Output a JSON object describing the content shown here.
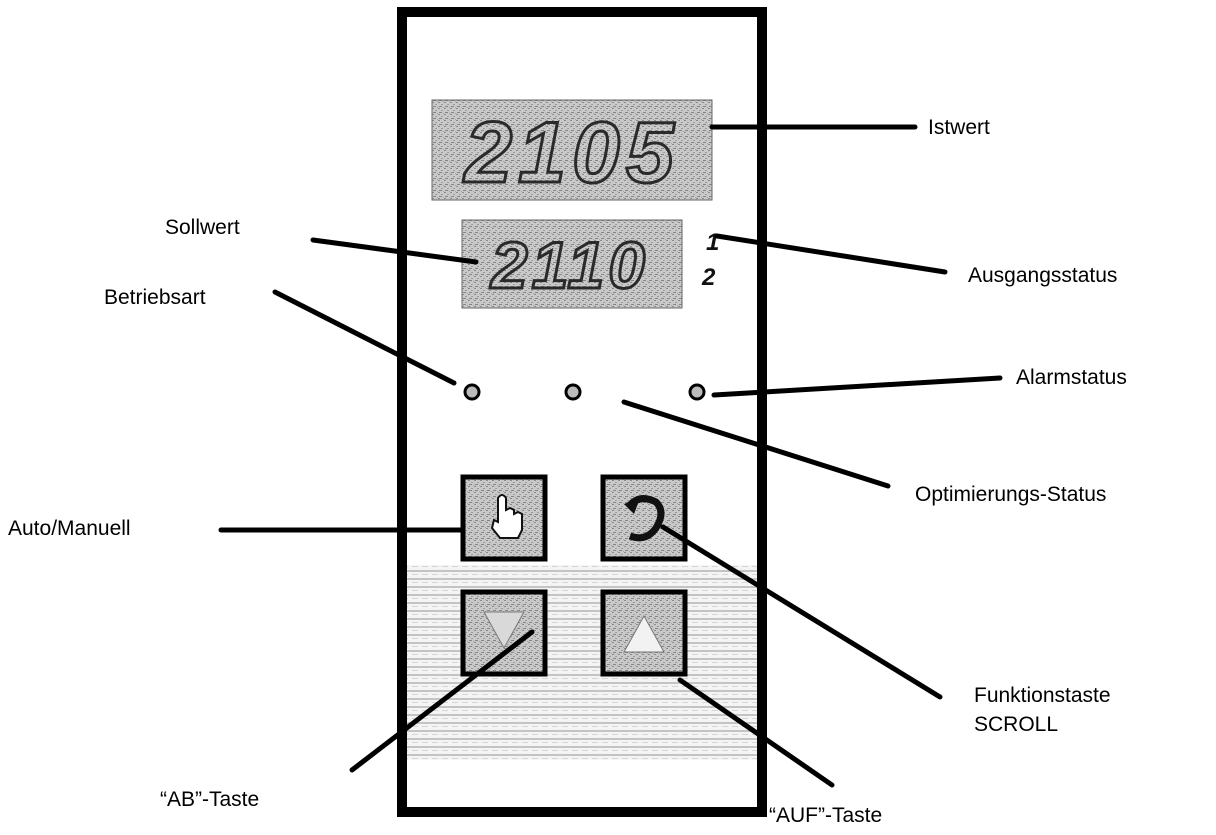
{
  "labels": {
    "istwert": "Istwert",
    "sollwert": "Sollwert",
    "ausgangsstatus": "Ausgangsstatus",
    "betriebsart": "Betriebsart",
    "alarmstatus": "Alarmstatus",
    "optimierungs_status": "Optimierungs-Status",
    "auto_manuell": "Auto/Manuell",
    "funktionstaste_line1": "Funktionstaste",
    "funktionstaste_line2": "SCROLL",
    "ab_taste": "“AB”-Taste",
    "auf_taste": "“AUF”-Taste"
  },
  "display": {
    "process_value": "2105",
    "setpoint_value": "2110",
    "output_indicator_1": "1",
    "output_indicator_2": "2"
  },
  "icons": {
    "auto_manual": "hand-icon",
    "function_scroll": "scroll-arrow-icon",
    "down": "down-arrow-icon",
    "up": "up-arrow-icon"
  },
  "colors": {
    "frame": "#000000",
    "display_bg": "#bdbdbd",
    "background": "#ffffff"
  }
}
